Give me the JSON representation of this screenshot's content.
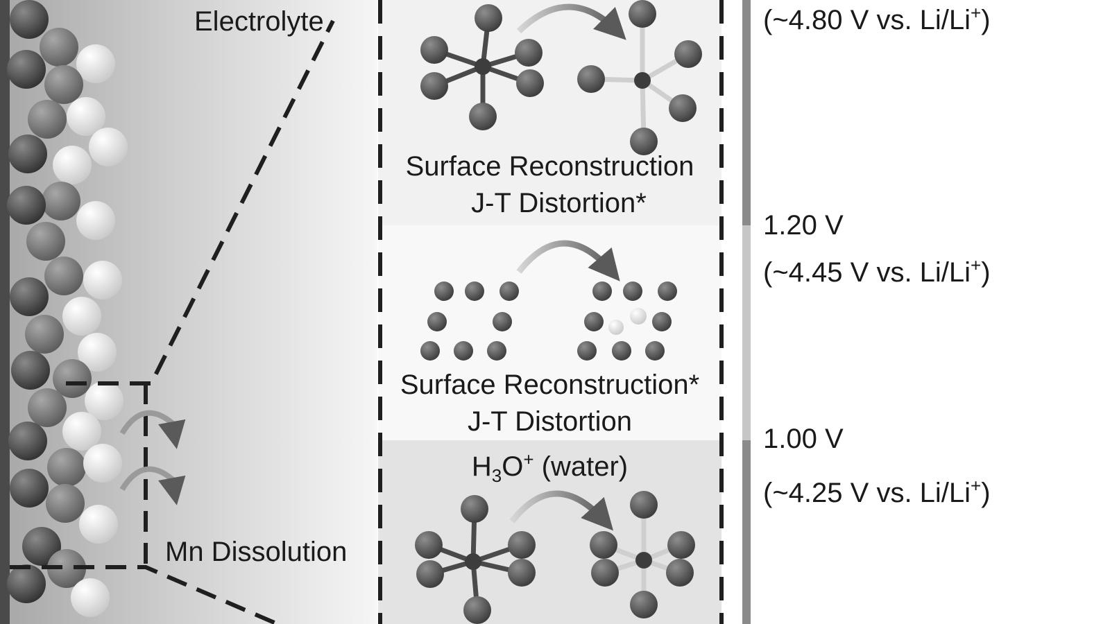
{
  "labels": {
    "electrolyte": "Electrolyte",
    "mn_dissolution": "Mn Dissolution",
    "top_panel": {
      "line1": "Surface Reconstruction",
      "line2": "J-T Distortion*"
    },
    "middle_panel": {
      "line1": "Surface Reconstruction*",
      "line2": "J-T Distortion"
    },
    "bottom_panel": {
      "prefix": "H",
      "sub": "3",
      "mid": "O",
      "sup": "+",
      "suffix": " (water)"
    }
  },
  "voltages": [
    {
      "main": "",
      "ref_prefix": "(~4.80 V vs. Li/Li",
      "ref_sup": "+",
      "ref_suffix": ")"
    },
    {
      "main": "1.20 V",
      "ref_prefix": "(~4.45 V vs. Li/Li",
      "ref_sup": "+",
      "ref_suffix": ")"
    },
    {
      "main": "1.00 V",
      "ref_prefix": "(~4.25 V vs. Li/Li",
      "ref_sup": "+",
      "ref_suffix": ")"
    }
  ],
  "colors": {
    "atom_dark": "#3c3c3c",
    "atom_mid": "#6e6e6e",
    "atom_light": "#f2f2f2",
    "dash": "#1f1f1f",
    "panel_top": "#f1f1f1",
    "panel_mid": "#f7f7f7",
    "panel_bottom": "#e4e4e4"
  }
}
